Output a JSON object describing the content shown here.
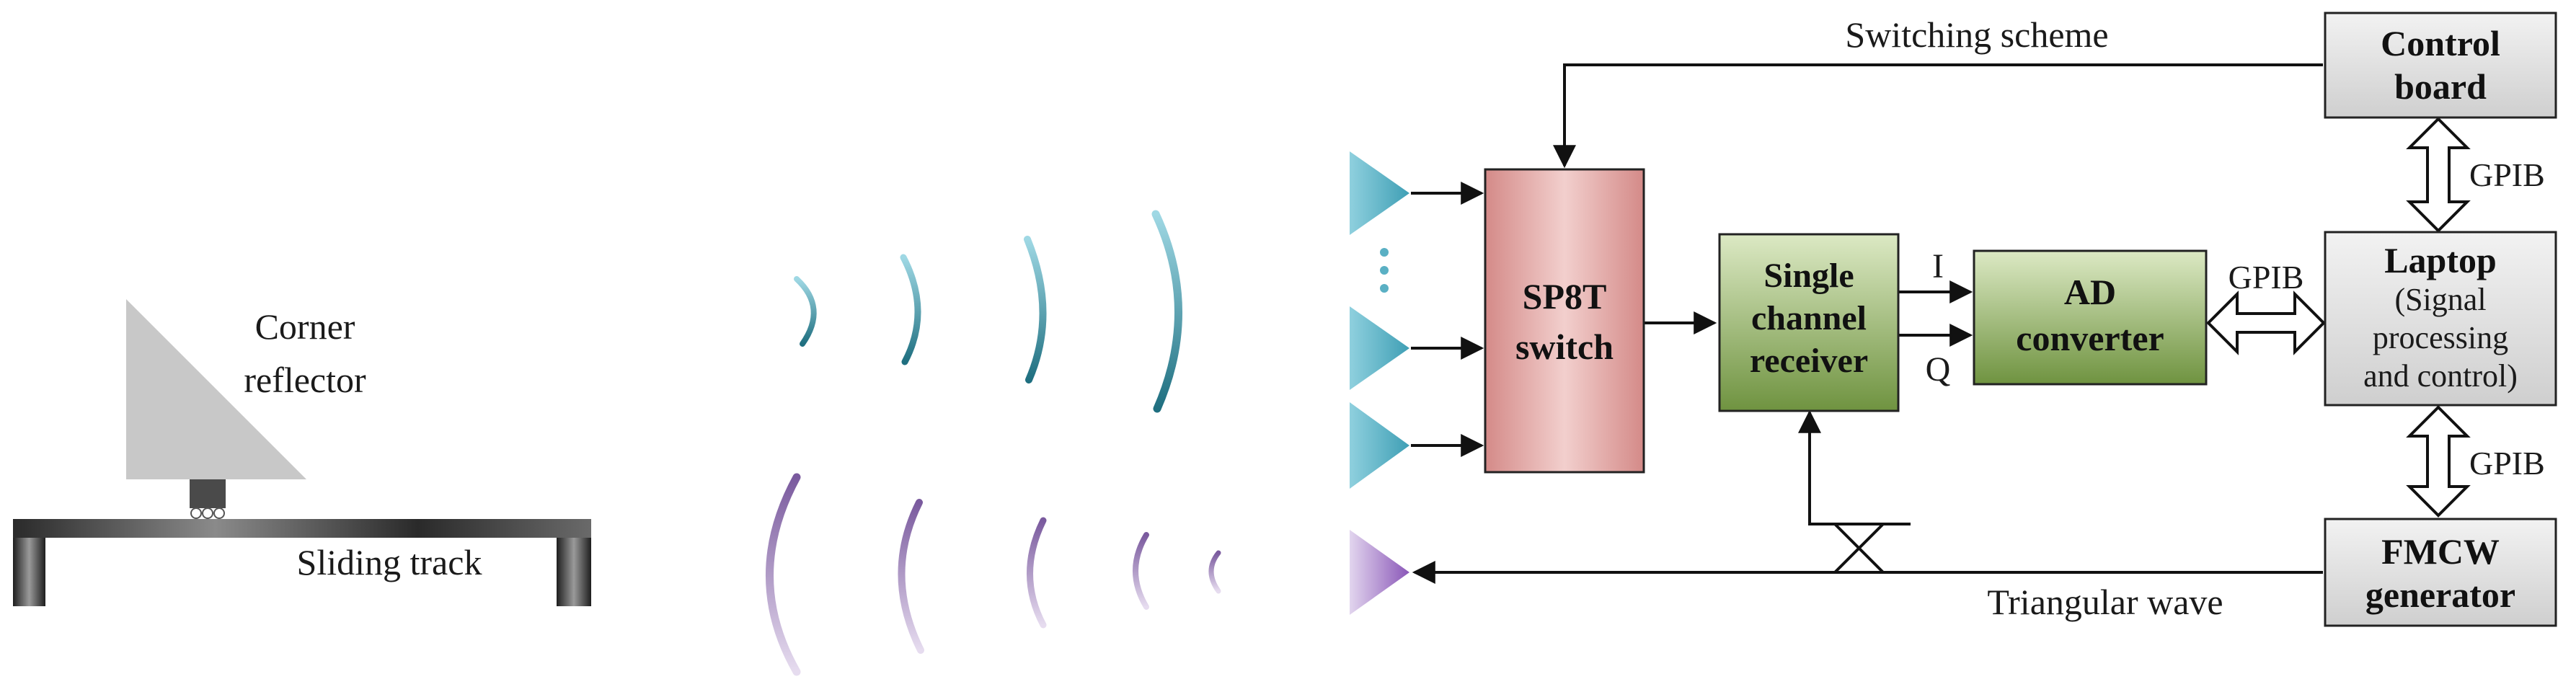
{
  "labels": {
    "corner_reflector_line1": "Corner",
    "corner_reflector_line2": "reflector",
    "sliding_track": "Sliding track",
    "switching_scheme": "Switching scheme",
    "triangular_wave": "Triangular wave",
    "gpib_top": "GPIB",
    "gpib_middle": "GPIB",
    "gpib_bottom": "GPIB",
    "signal_i": "I",
    "signal_q": "Q"
  },
  "blocks": {
    "switch": {
      "line1": "SP8T",
      "line2": "switch"
    },
    "receiver": {
      "line1": "Single",
      "line2": "channel",
      "line3": "receiver"
    },
    "adc": {
      "line1": "AD",
      "line2": "converter"
    },
    "control": {
      "line1": "Control",
      "line2": "board"
    },
    "laptop": {
      "line1": "Laptop",
      "line2": "(Signal",
      "line3": "processing",
      "line4": "and control)"
    },
    "fmcw": {
      "line1": "FMCW",
      "line2": "generator"
    }
  },
  "colors": {
    "switch_fill": "#e3a8a6",
    "receiver_fill": "#8fae5d",
    "adc_fill": "#8fae5d",
    "gray_block_fill": "#dddddd",
    "rx_antenna": "#5ab0c4",
    "tx_antenna": "#a37ec4",
    "rx_wave": "#2e8b9b",
    "tx_wave": "#9b83b8",
    "reflector": "#c8c8c8",
    "track": "#3a3a3a"
  }
}
